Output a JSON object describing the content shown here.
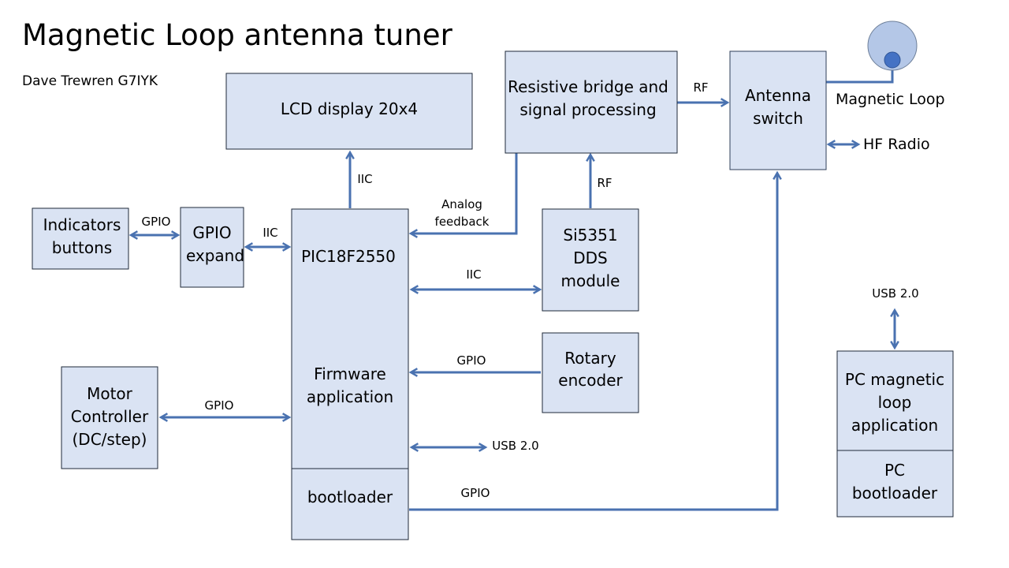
{
  "title": "Magnetic Loop antenna tuner",
  "author": "Dave Trewren G7IYK",
  "colors": {
    "box_fill": "#dae3f3",
    "line": "#4a72b0",
    "loop_fill": "#b4c7e7",
    "loop_feed": "#4472c4"
  },
  "boxes": {
    "lcd": [
      "LCD display 20x4"
    ],
    "bridge": [
      "Resistive bridge and",
      "signal processing"
    ],
    "antenna_switch": [
      "Antenna",
      "switch"
    ],
    "indicators": [
      "Indicators",
      "buttons"
    ],
    "gpio_expand": [
      "GPIO",
      "expand"
    ],
    "pic": [
      "PIC18F2550"
    ],
    "firmware": [
      "Firmware",
      "application"
    ],
    "bootloader": [
      "bootloader"
    ],
    "si5351": [
      "Si5351",
      "DDS",
      "module"
    ],
    "rotary": [
      "Rotary",
      "encoder"
    ],
    "motor": [
      "Motor",
      "Controller",
      "(DC/step)"
    ],
    "pc_app": [
      "PC magnetic",
      "loop",
      "application"
    ],
    "pc_bootloader": [
      "PC",
      "bootloader"
    ]
  },
  "labels": {
    "iic_lcd": "IIC",
    "analog_1": "Analog",
    "analog_2": "feedback",
    "rf_dds": "RF",
    "rf_switch": "RF",
    "magnetic_loop": "Magnetic Loop",
    "hf_radio": "HF Radio",
    "gpio_indicators": "GPIO",
    "iic_expand": "IIC",
    "iic_dds": "IIC",
    "gpio_rotary": "GPIO",
    "gpio_motor": "GPIO",
    "usb_pic": "USB 2.0",
    "gpio_switch": "GPIO",
    "usb_pc": "USB 2.0"
  }
}
